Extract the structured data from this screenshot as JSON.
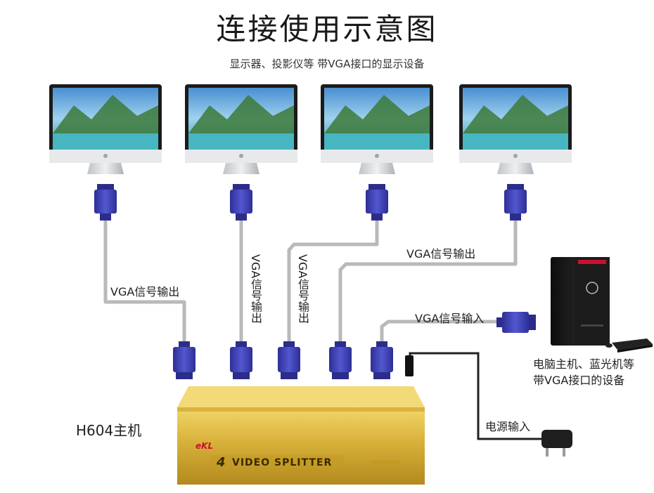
{
  "title": "连接使用示意图",
  "subtitle": "显示器、投影仪等 带VGA接口的显示设备",
  "labels": {
    "out1": "VGA信号输出",
    "out2": "VGA信号输出",
    "out3": "VGA信号输出",
    "out4": "VGA信号输出",
    "input": "VGA信号输入",
    "power": "电源输入",
    "host": "H604主机",
    "pc_line1": "电脑主机、蓝光机等",
    "pc_line2": "带VGA接口的设备"
  },
  "device": {
    "brand": "eKL",
    "model_number": "4",
    "name": "VIDEO SPLITTER"
  },
  "colors": {
    "connector": "#3b3fb0",
    "cable": "#b9b9b9",
    "splitter": "#d9b43a",
    "screen_sky": "#6fb7e6",
    "monitor_frame": "#1b1b1b"
  }
}
